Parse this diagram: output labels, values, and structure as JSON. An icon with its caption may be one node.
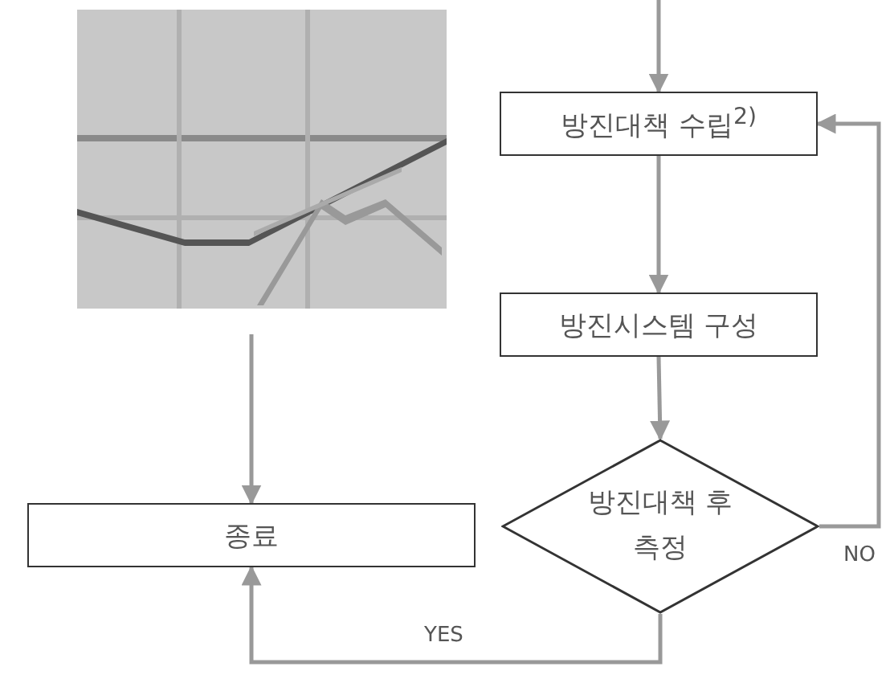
{
  "diagram": {
    "nodes": [
      {
        "text": [],
        "shape": "picture"
      },
      {
        "text": [
          "방진대책 수립$^{2)}$"
        ]
      },
      {
        "text": [
          "방진시스템 구성"
        ]
      },
      {
        "text": [
          "방진대책 후 측정"
        ]
      },
      {
        "text": [
          "종료"
        ]
      }
    ],
    "edges": [
      {
        "from": null,
        "to": 1,
        "arrow": "to"
      },
      {
        "from": 1,
        "to": 2,
        "arrow": "to"
      },
      {
        "from": 2,
        "to": 3,
        "arrow": "to"
      },
      {
        "from": 3,
        "to": 1,
        "arrow": "to",
        "label": "NO"
      },
      {
        "from": 3,
        "to": 4,
        "arrow": "to",
        "label": "YES"
      },
      {
        "from": 0,
        "to": 4,
        "arrow": "to"
      }
    ]
  }
}
